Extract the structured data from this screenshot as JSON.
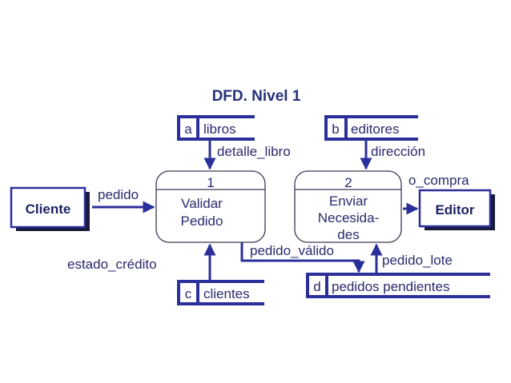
{
  "diagram": {
    "title": "DFD. Nivel 1",
    "entities": {
      "cliente": "Cliente",
      "editor": "Editor"
    },
    "processes": [
      {
        "number": "1",
        "lines": [
          "Validar",
          "Pedido"
        ]
      },
      {
        "number": "2",
        "lines": [
          "Enviar",
          "Necesida-",
          "des"
        ]
      }
    ],
    "stores": [
      {
        "id": "a",
        "name": "libros"
      },
      {
        "id": "b",
        "name": "editores"
      },
      {
        "id": "c",
        "name": "clientes"
      },
      {
        "id": "d",
        "name": "pedidos pendientes"
      }
    ],
    "flows": {
      "pedido": "pedido",
      "detalle_libro": "detalle_libro",
      "direccion": "dirección",
      "o_compra": "o_compra",
      "estado_credito": "estado_crédito",
      "pedido_valido": "pedido_válido",
      "pedido_lote": "pedido_lote"
    },
    "colors": {
      "line": "#2b2f9a",
      "text": "#2a2a6e",
      "shadow": "#1a1a3a"
    }
  }
}
